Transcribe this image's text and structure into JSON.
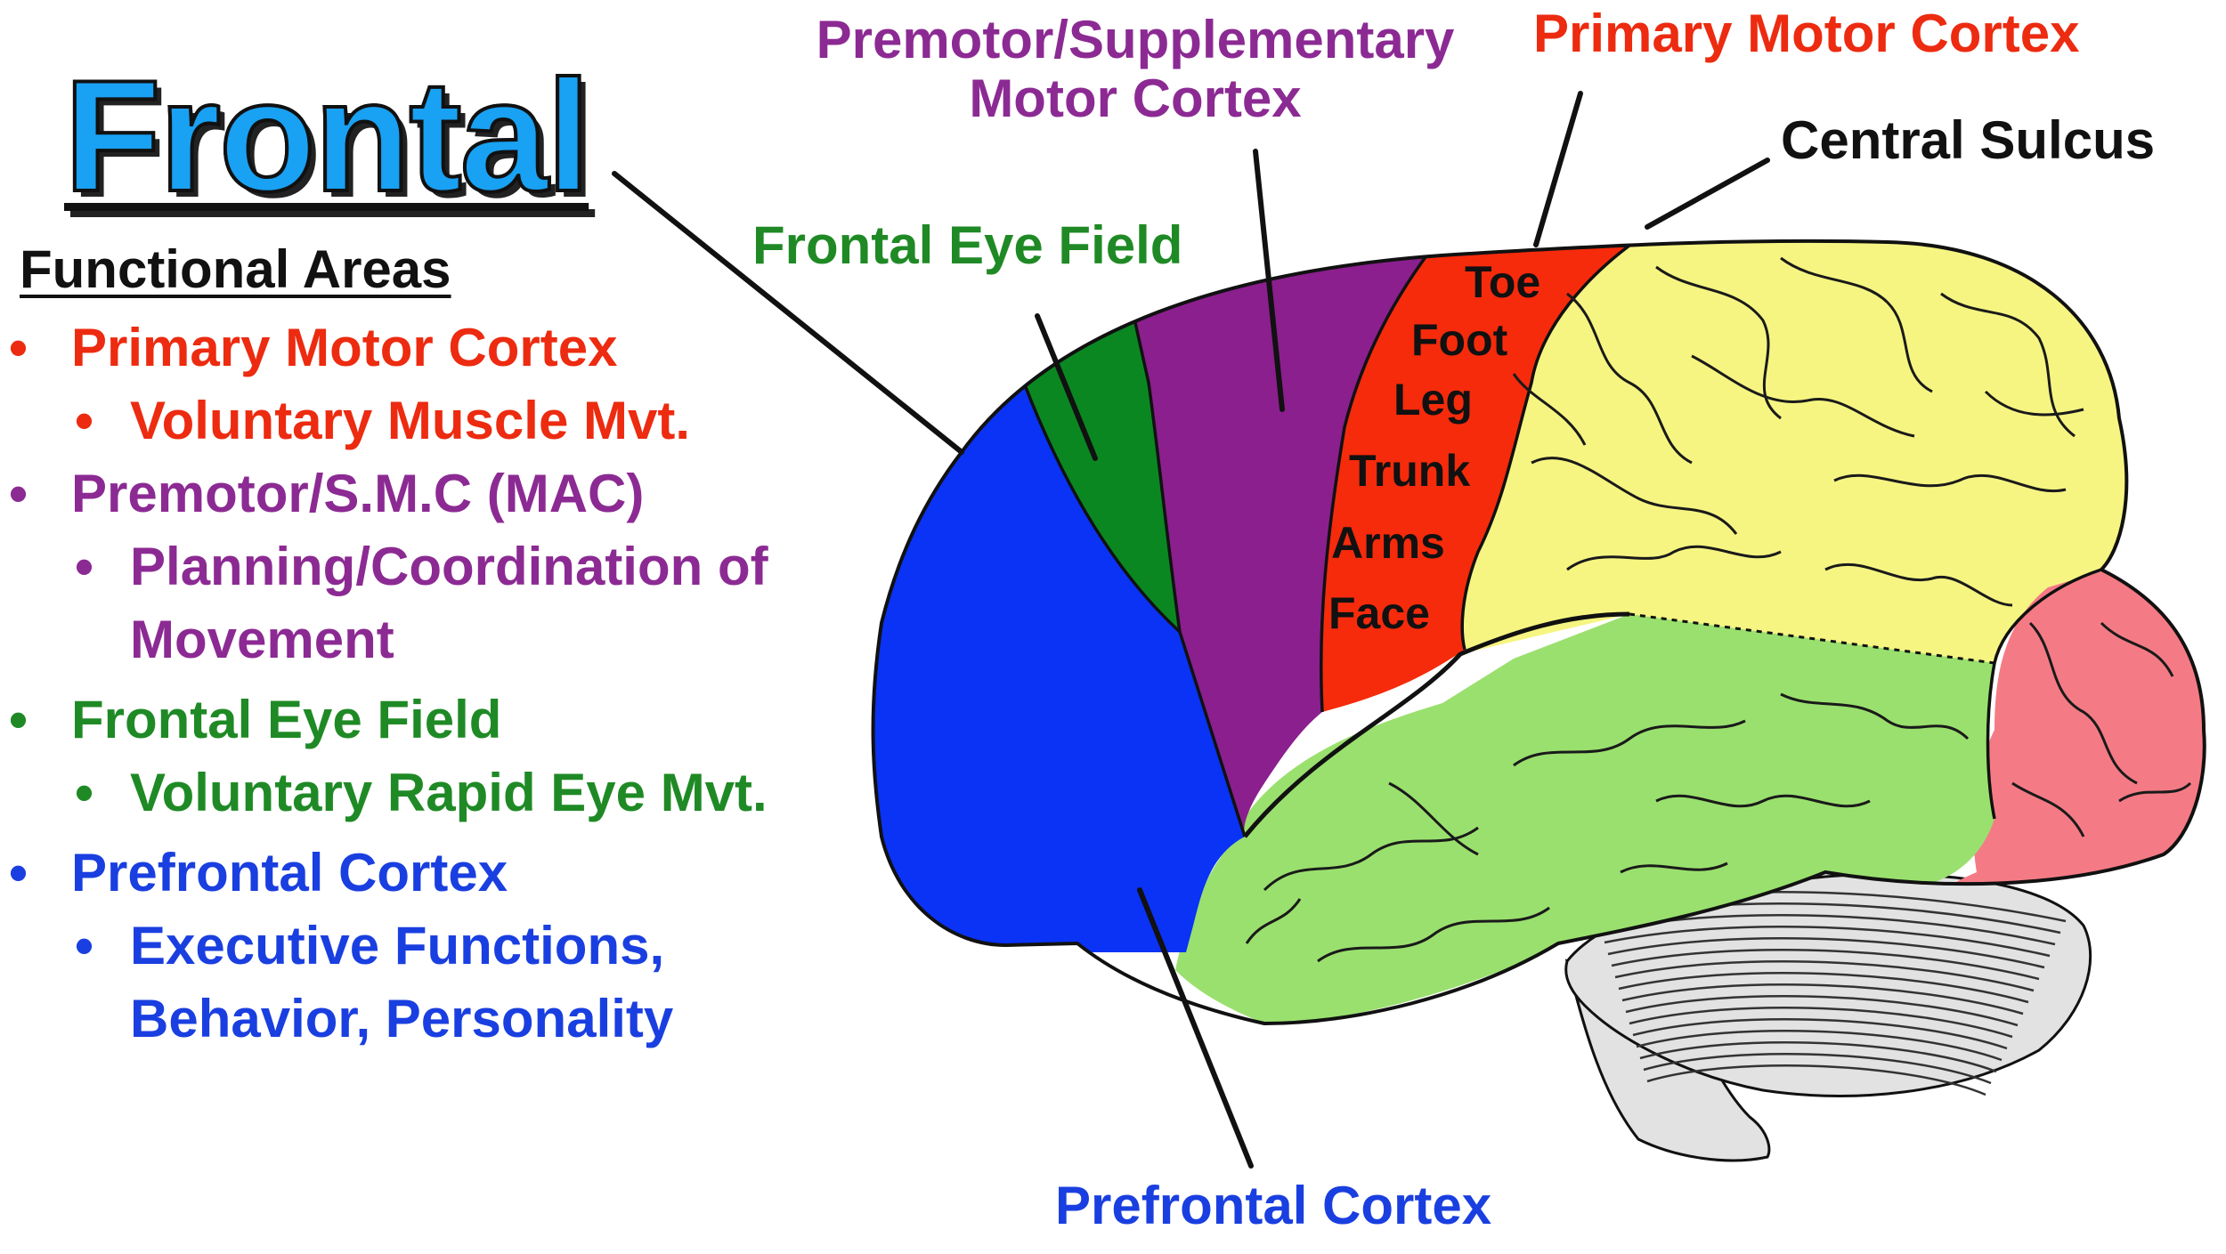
{
  "title": "Frontal",
  "subtitle": "Functional Areas",
  "colors": {
    "red": "#ec2b10",
    "purple": "#8c2a93",
    "green": "#1f8a25",
    "blue": "#1a3fe0",
    "title_blue": "#19a1f3",
    "region_prefrontal": "#0a33f5",
    "region_eye_field": "#0b8722",
    "region_premotor": "#8b1f8e",
    "region_motor": "#f52b0c",
    "region_parietal": "#f6f582",
    "region_temporal": "#9ae06e",
    "region_occipital": "#f47b85",
    "region_cerebellum": "#e2e2e2"
  },
  "functional_areas": [
    {
      "name": "Primary Motor Cortex",
      "detail": [
        "Voluntary Muscle Mvt."
      ]
    },
    {
      "name": "Premotor/S.M.C (MAC)",
      "detail": [
        "Planning/Coordination of",
        "Movement"
      ]
    },
    {
      "name": "Frontal Eye Field",
      "detail": [
        "Voluntary Rapid Eye Mvt."
      ]
    },
    {
      "name": "Prefrontal Cortex",
      "detail": [
        "Executive Functions,",
        "Behavior, Personality"
      ]
    }
  ],
  "labels": {
    "premotor": [
      "Premotor/Supplementary",
      "Motor Cortex"
    ],
    "primary_motor": "Primary Motor Cortex",
    "central_sulcus": "Central Sulcus",
    "frontal_eye_field": "Frontal Eye Field",
    "prefrontal": "Prefrontal Cortex"
  },
  "homunculus": [
    "Toe",
    "Foot",
    "Leg",
    "Trunk",
    "Arms",
    "Face"
  ]
}
